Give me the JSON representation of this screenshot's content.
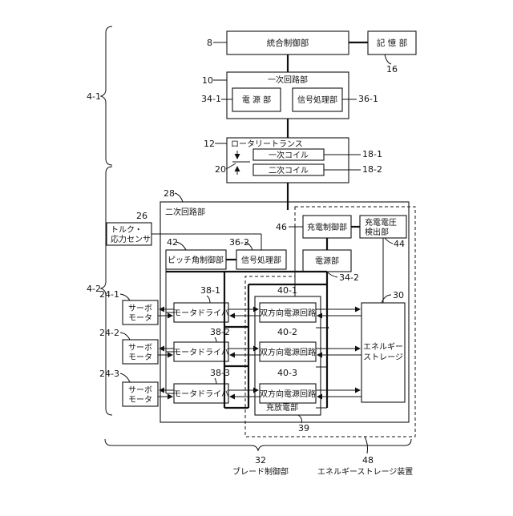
{
  "blocks": {
    "integrated_control": "統合制御部",
    "storage": "記 憶 部",
    "primary_circuit": "一次回路部",
    "power_unit_primary": "電 源 部",
    "signal_processing_primary": "信号処理部",
    "rotary_transformer": "ロータリートランス",
    "primary_coil": "一次コイル",
    "secondary_coil": "二次コイル",
    "secondary_circuit": "二次回路部",
    "torque_sensor_line1": "トルク・",
    "torque_sensor_line2": "応力センサ",
    "pitch_control": "ピッチ角制御部",
    "signal_processing_secondary": "信号処理部",
    "charge_control": "充電制御部",
    "charge_voltage_line1": "充電電圧",
    "charge_voltage_line2": "検出部",
    "power_unit_secondary": "電源部",
    "servo_line1": "サーボ",
    "servo_line2": "モータ",
    "motor_driver": "モータドライバ",
    "bidirectional_power": "双方向電源回路",
    "energy_storage_line1": "エネルギー",
    "energy_storage_line2": "ストレージ",
    "charge_discharge": "充放電部"
  },
  "refs": {
    "r8": "8",
    "r16": "16",
    "r10": "10",
    "r34_1": "34-1",
    "r36_1": "36-1",
    "r12": "12",
    "r18_1": "18-1",
    "r18_2": "18-2",
    "r20": "20",
    "r28": "28",
    "r26": "26",
    "r46": "46",
    "r44": "44",
    "r42": "42",
    "r36_2": "36-2",
    "r34_2": "34-2",
    "r24_1": "24-1",
    "r24_2": "24-2",
    "r24_3": "24-3",
    "r38_1": "38-1",
    "r38_2": "38-2",
    "r38_3": "38-3",
    "r40_1": "40-1",
    "r40_2": "40-2",
    "r40_3": "40-3",
    "r30": "30",
    "r39": "39",
    "r32": "32",
    "r48": "48",
    "r4_1": "4-1",
    "r4_2": "4-2"
  },
  "bottom_labels": {
    "blade_control": "ブレード制御部",
    "energy_storage_device": "エネルギーストレージ装置"
  }
}
